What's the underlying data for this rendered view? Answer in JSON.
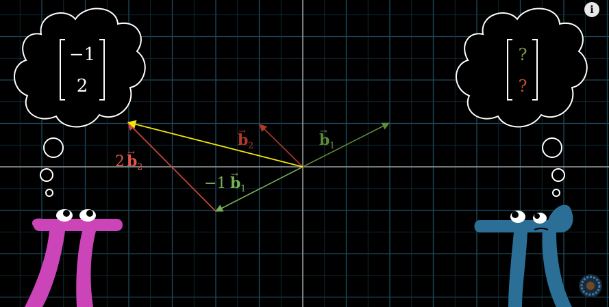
{
  "scene": {
    "vectors": {
      "b1_label": "b",
      "b1_sub": "1",
      "b2_label": "b",
      "b2_sub": "2",
      "neg_b1_coeff": "−1",
      "two_b2_coeff": "2",
      "colors": {
        "b1": "#5e8a3a",
        "b2": "#b0392a",
        "result": "#f2e60a",
        "neg_b1_text": "#77b05a",
        "two_b2_text": "#e0564a"
      }
    },
    "left_thought": {
      "top": "−1",
      "bottom": "2"
    },
    "right_thought": {
      "top": "?",
      "bottom": "?",
      "top_color": "#7f9a4a",
      "bottom_color": "#c4532f"
    },
    "characters": {
      "left_color": "#cc45b8",
      "right_color": "#2c6f96"
    }
  },
  "controls": {
    "info_label": "i",
    "info_icon": "info-icon"
  }
}
